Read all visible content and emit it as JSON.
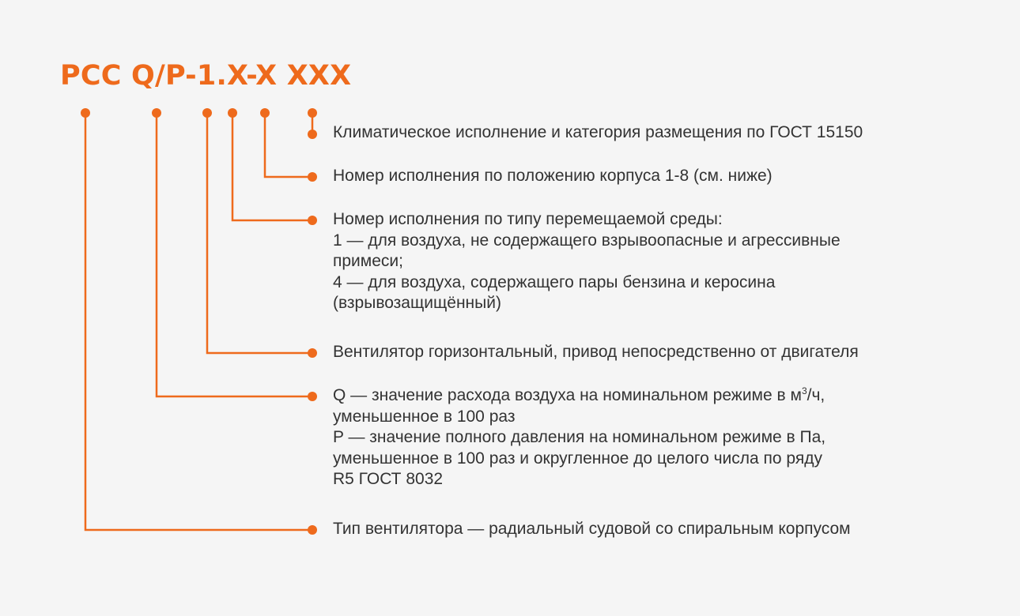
{
  "colors": {
    "accent": "#ee6a1c",
    "text": "#333333",
    "background": "#f5f5f5"
  },
  "code": "PCC Q/P-1.X-X XXX",
  "descriptions": {
    "climate": {
      "lines": [
        "Климатическое исполнение и категория размещения по ГОСТ 15150"
      ]
    },
    "housing_position": {
      "lines": [
        "Номер исполнения по положению корпуса 1-8 (см. ниже)"
      ]
    },
    "medium_type": {
      "lines": [
        "Номер исполнения по типу перемещаемой среды:",
        "1 — для воздуха, не содержащего взрывоопасные и агрессивные",
        "примеси;",
        "4 — для воздуха, содержащего пары бензина и керосина",
        "(взрывозащищённый)"
      ]
    },
    "drive": {
      "lines": [
        "Вентилятор горизонтальный, привод непосредственно от двигателя"
      ]
    },
    "flow_pressure": {
      "line1_before_sup": "Q — значение расхода воздуха на номинальном режиме в м",
      "line1_sup": "3",
      "line1_after_sup": "/ч,",
      "lines": [
        "уменьшенное в 100 раз",
        "P — значение полного давления на номинальном режиме в Па,",
        "уменьшенное в 100 раз и округленное до целого числа по ряду",
        "R5 ГОСТ 8032"
      ]
    },
    "fan_type": {
      "lines": [
        "Тип вентилятора — радиальный судовой со спиральным корпусом"
      ]
    }
  }
}
